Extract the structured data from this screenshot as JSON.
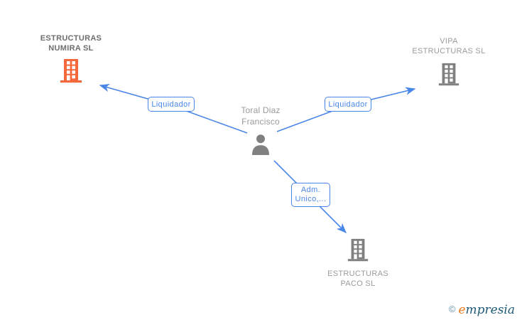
{
  "colors": {
    "edge_blue": "#4a86e8",
    "highlight_orange": "#f4683c",
    "icon_gray": "#808080",
    "title_dark_gray": "#6e6e6e",
    "title_light_gray": "#9b9b9b"
  },
  "nodes": {
    "numira": {
      "line1": "ESTRUCTURAS",
      "line2": "NUMIRA SL",
      "icon": "building-icon",
      "highlighted": true
    },
    "vipa": {
      "line1": "VIPA",
      "line2": "ESTRUCTURAS SL",
      "icon": "building-icon",
      "highlighted": false
    },
    "person": {
      "line1": "Toral Diaz",
      "line2": "Francisco",
      "icon": "person-icon"
    },
    "paco": {
      "line1": "ESTRUCTURAS",
      "line2": "PACO SL",
      "icon": "building-icon",
      "highlighted": false
    }
  },
  "edges": {
    "left": {
      "label": "Liquidador",
      "from": "person",
      "to": "numira"
    },
    "right": {
      "label": "Liquidador",
      "from": "person",
      "to": "vipa"
    },
    "bottom": {
      "label_line1": "Adm.",
      "label_line2": "Unico,...",
      "from": "person",
      "to": "paco"
    }
  },
  "watermark": {
    "copyright": "©",
    "brand_initial": "e",
    "brand_rest": "mpresia"
  }
}
